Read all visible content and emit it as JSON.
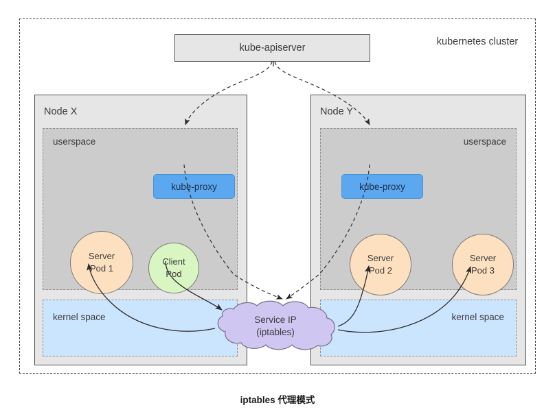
{
  "diagram": {
    "caption": "iptables 代理模式",
    "cluster_label": "kubernetes cluster",
    "apiserver_label": "kube-apiserver",
    "service_cloud": {
      "line1": "Service IP",
      "line2": "(iptables)"
    },
    "nodes": [
      {
        "id": "node-x",
        "label": "Node X",
        "userspace_label": "userspace",
        "kernel_label": "kernel space",
        "proxy_label": "kube-proxy",
        "pods": [
          {
            "id": "server-pod-1",
            "line1": "Server",
            "line2": "Pod 1",
            "kind": "server"
          },
          {
            "id": "client-pod",
            "line1": "Client",
            "line2": "Pod",
            "kind": "client"
          }
        ]
      },
      {
        "id": "node-y",
        "label": "Node Y",
        "userspace_label": "userspace",
        "kernel_label": "kernel space",
        "proxy_label": "kube-proxy",
        "pods": [
          {
            "id": "server-pod-2",
            "line1": "Server",
            "line2": "Pod 2",
            "kind": "server"
          },
          {
            "id": "server-pod-3",
            "line1": "Server",
            "line2": "Pod 3",
            "kind": "server"
          }
        ]
      }
    ],
    "colors": {
      "cluster_border": "#3c3c3c",
      "node_fill": "#e6e6e6",
      "userspace_fill": "#cccccc",
      "kernelspace_fill": "#cce5ff",
      "proxy_fill": "#5ba7f0",
      "server_pod_fill": "#fde0c0",
      "client_pod_fill": "#d9f5c2",
      "cloud_fill": "#cfc6f2",
      "connector": "#3b3b3b"
    }
  },
  "chart_data": {
    "type": "diagram",
    "title": "iptables 代理模式",
    "nodes": [
      {
        "name": "kube-apiserver",
        "group": "control-plane"
      },
      {
        "name": "Node X",
        "group": "node"
      },
      {
        "name": "Node Y",
        "group": "node"
      },
      {
        "name": "kube-proxy (Node X)",
        "group": "userspace"
      },
      {
        "name": "kube-proxy (Node Y)",
        "group": "userspace"
      },
      {
        "name": "Server Pod 1",
        "group": "userspace"
      },
      {
        "name": "Client Pod",
        "group": "userspace"
      },
      {
        "name": "Server Pod 2",
        "group": "userspace"
      },
      {
        "name": "Server Pod 3",
        "group": "userspace"
      },
      {
        "name": "Service IP (iptables)",
        "group": "kernel-space"
      }
    ],
    "edges": [
      {
        "from": "kube-apiserver",
        "to": "kube-proxy (Node X)",
        "style": "dashed"
      },
      {
        "from": "kube-apiserver",
        "to": "kube-proxy (Node Y)",
        "style": "dashed"
      },
      {
        "from": "kube-proxy (Node X)",
        "to": "Service IP (iptables)",
        "style": "dashed"
      },
      {
        "from": "kube-proxy (Node Y)",
        "to": "Service IP (iptables)",
        "style": "dashed"
      },
      {
        "from": "Client Pod",
        "to": "Service IP (iptables)",
        "style": "solid"
      },
      {
        "from": "Service IP (iptables)",
        "to": "Server Pod 1",
        "style": "solid"
      },
      {
        "from": "Service IP (iptables)",
        "to": "Server Pod 2",
        "style": "solid"
      },
      {
        "from": "Service IP (iptables)",
        "to": "Server Pod 3",
        "style": "solid"
      }
    ]
  }
}
